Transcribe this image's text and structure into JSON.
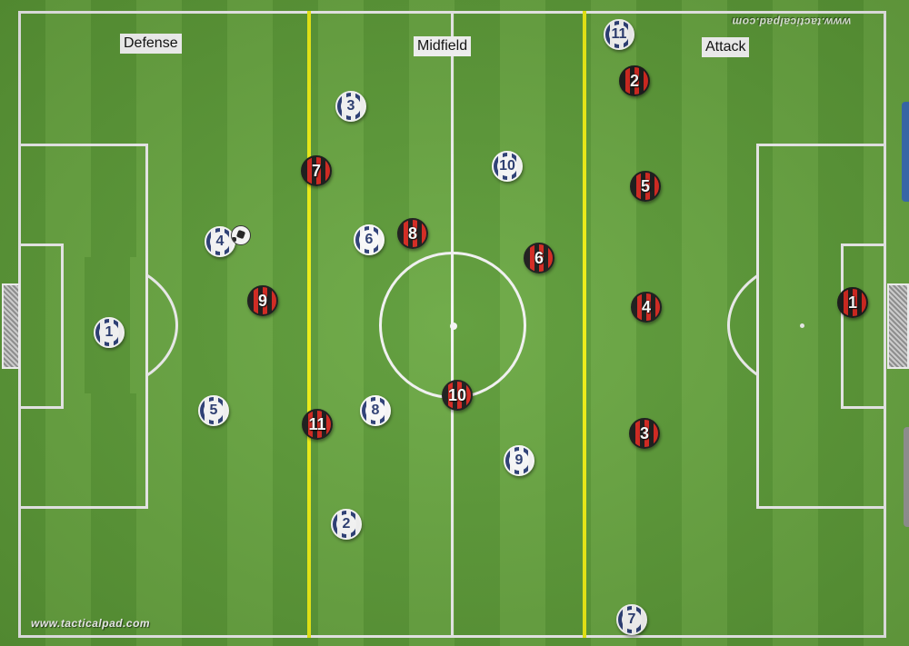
{
  "zones": {
    "defense": "Defense",
    "midfield": "Midfield",
    "attack": "Attack"
  },
  "watermarks": {
    "bottom": "www.tacticalpad.com",
    "top": "www.tacticalpad.com"
  },
  "colors": {
    "zone_line": "#f2f213",
    "blue_team": "#2c3f78",
    "red_team": "#d7261e"
  },
  "blue_team": {
    "goalkeeper": "1",
    "p2": "2",
    "p3": "3",
    "p4": "4",
    "p5": "5",
    "p6": "6",
    "p7": "7",
    "p8": "8",
    "p9": "9",
    "p10": "10",
    "p11": "11"
  },
  "red_team": {
    "goalkeeper": "1",
    "p2": "2",
    "p3": "3",
    "p4": "4",
    "p5": "5",
    "p6": "6",
    "p7": "7",
    "p8": "8",
    "p9": "9",
    "p10": "10",
    "p11": "11"
  },
  "icons": {
    "ball": "soccer-ball-icon"
  }
}
